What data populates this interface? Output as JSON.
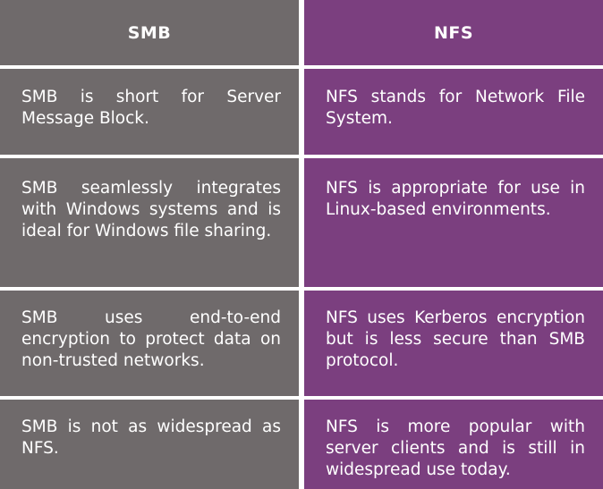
{
  "table": {
    "columns": [
      {
        "header": "SMB",
        "rows": [
          "SMB is short for Server Message Block.",
          "SMB seamlessly integrates with Windows systems and is ideal for Windows file sharing.",
          "SMB uses end-to-end encryption to protect data on non-trusted networks.",
          "SMB is not as widespread as NFS."
        ]
      },
      {
        "header": "NFS",
        "rows": [
          "NFS stands for Network File System.",
          "NFS is appropriate for use in Linux-based environments.",
          "NFS uses Kerberos encryption but is less secure than SMB protocol.",
          "NFS is more popular with server clients and is still in widespread use today."
        ]
      }
    ],
    "colors": {
      "smb": "#6f6a6b",
      "nfs": "#7b3f7f",
      "divider": "#ffffff",
      "text": "#ffffff"
    }
  }
}
